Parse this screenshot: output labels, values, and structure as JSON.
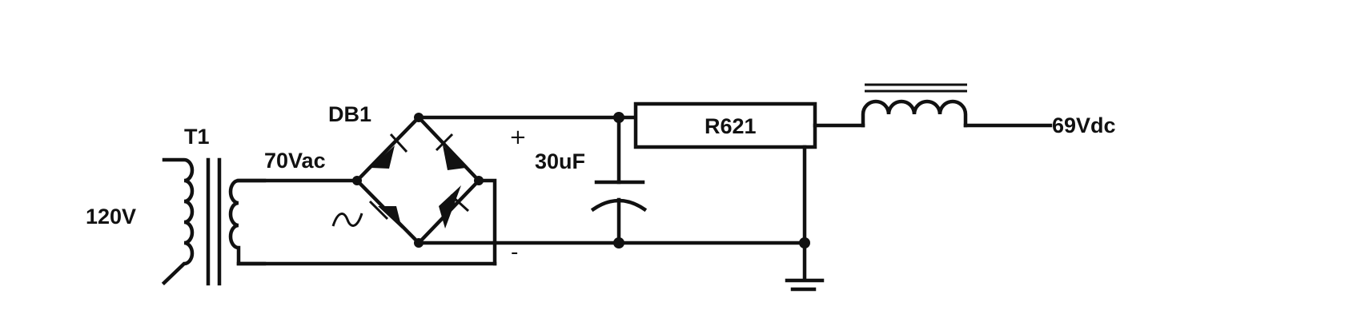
{
  "labels": {
    "input_voltage": "120V",
    "transformer": "T1",
    "secondary_voltage": "70Vac",
    "bridge": "DB1",
    "plus": "+",
    "minus": "-",
    "capacitor": "30uF",
    "regulator": "R621",
    "output_voltage": "69Vdc"
  },
  "colors": {
    "ink": "#111111",
    "background": "#ffffff"
  }
}
